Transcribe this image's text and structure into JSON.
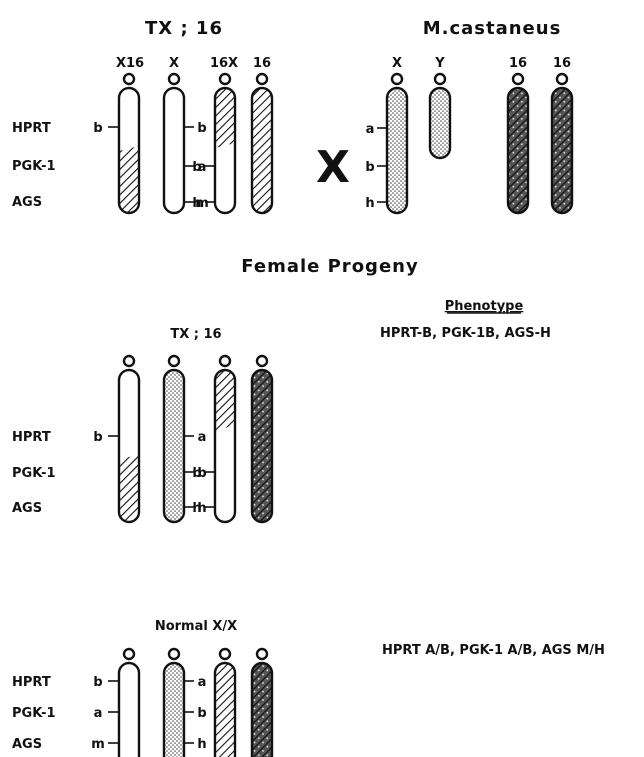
{
  "header": {
    "left_title": "TX ; 16",
    "right_title": "M.castaneus",
    "cross_symbol": "X"
  },
  "parents": {
    "left_chromosomes": [
      "X16",
      "X",
      "16X",
      "16"
    ],
    "right_chromosomes": [
      "X",
      "Y",
      "16",
      "16"
    ],
    "loci": [
      "HPRT",
      "PGK-1",
      "AGS"
    ]
  },
  "alleles": {
    "row1_left": {
      "hprt": "b",
      "pgk1": "",
      "ags": ""
    },
    "row1_x": {
      "hprt": "b",
      "pgk1": "a",
      "ags": "m"
    },
    "row1_16x": {
      "hprt": "",
      "pgk1": "b",
      "ags": "h"
    },
    "row1_castX": {
      "hprt": "a",
      "pgk1": "b",
      "ags": "h"
    },
    "row2_left": {
      "hprt": "b"
    },
    "row2_castX": {
      "hprt": "a",
      "pgk1": "b",
      "ags": "h"
    },
    "row2_16x": {
      "pgk1": "b",
      "ags": "h"
    },
    "row3_left": {
      "hprt": "b",
      "pgk1": "a",
      "ags": "m"
    },
    "row3_castX": {
      "hprt": "a",
      "pgk1": "b",
      "ags": "h"
    }
  },
  "progeny": {
    "section_title": "Female Progeny",
    "phenotype_header": "Phenotype",
    "group1": {
      "title": "TX ; 16",
      "phenotype": "HPRT-B, PGK-1B, AGS-H",
      "loci": [
        "HPRT",
        "PGK-1",
        "AGS"
      ]
    },
    "group2": {
      "title": "Normal X/X",
      "phenotype": "HPRT A/B, PGK-1 A/B, AGS M/H",
      "loci": [
        "HPRT",
        "PGK-1",
        "AGS"
      ]
    }
  },
  "colors": {
    "ink": "#111111",
    "background": "#ffffff"
  }
}
